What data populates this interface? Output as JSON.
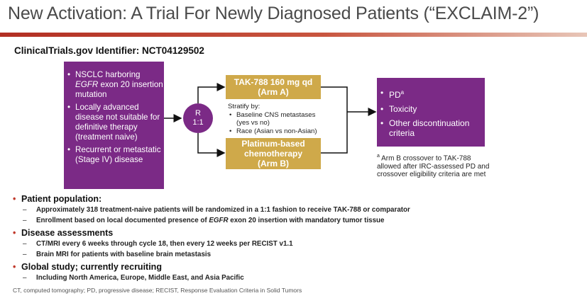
{
  "title": "New Activation: A Trial For Newly Diagnosed Patients (“EXCLAIM-2”)",
  "identifier": "ClinicalTrials.gov Identifier: NCT04129502",
  "colors": {
    "purple": "#7b2a86",
    "gold": "#cfa94a",
    "title_bar": "#b22f23",
    "bullet_red": "#c0392b"
  },
  "criteria": {
    "item1_pre": "NSCLC harboring ",
    "item1_em": "EGFR",
    "item1_post": " exon 20 insertion mutation",
    "item2": "Locally advanced disease not suitable for definitive therapy (treatment naive)",
    "item3": "Recurrent or metastatic (Stage IV) disease"
  },
  "randomization": {
    "line1": "R",
    "line2": "1:1"
  },
  "arm_a": {
    "line1": "TAK-788 160 mg qd",
    "line2": "(Arm A)"
  },
  "arm_b": {
    "line1": "Platinum-based",
    "line2": "chemotherapy",
    "line3": "(Arm B)"
  },
  "stratify": {
    "heading": "Stratify by:",
    "item1_line1": "Baseline CNS metastases",
    "item1_line2": "(yes vs no)",
    "item2": "Race (Asian vs non-Asian)"
  },
  "endpoints": {
    "item1": "PD",
    "item1_sup": "a",
    "item2": "Toxicity",
    "item3": "Other discontinuation criteria"
  },
  "footnote_a": {
    "sup": "a",
    "text": " Arm B crossover to TAK-788 allowed after IRC-assessed PD and crossover eligibility criteria are met"
  },
  "bullets": {
    "population": {
      "heading": "Patient population:",
      "sub1": "Approximately 318 treatment-naive patients will be randomized in a 1:1 fashion to receive TAK-788 or comparator",
      "sub2_pre": "Enrollment based on local documented presence of ",
      "sub2_em": "EGFR",
      "sub2_post": " exon 20 insertion with mandatory tumor tissue"
    },
    "assessments": {
      "heading": "Disease assessments",
      "sub1": "CT/MRI every 6 weeks through cycle 18, then every 12 weeks per RECIST v1.1",
      "sub2": "Brain MRI for patients with baseline brain metastasis"
    },
    "global": {
      "heading": "Global study; currently recruiting",
      "sub1": "Including North America, Europe, Middle East, and Asia Pacific"
    }
  },
  "footer": "CT, computed tomography; PD, progressive disease; RECIST, Response Evaluation Criteria in Solid Tumors"
}
